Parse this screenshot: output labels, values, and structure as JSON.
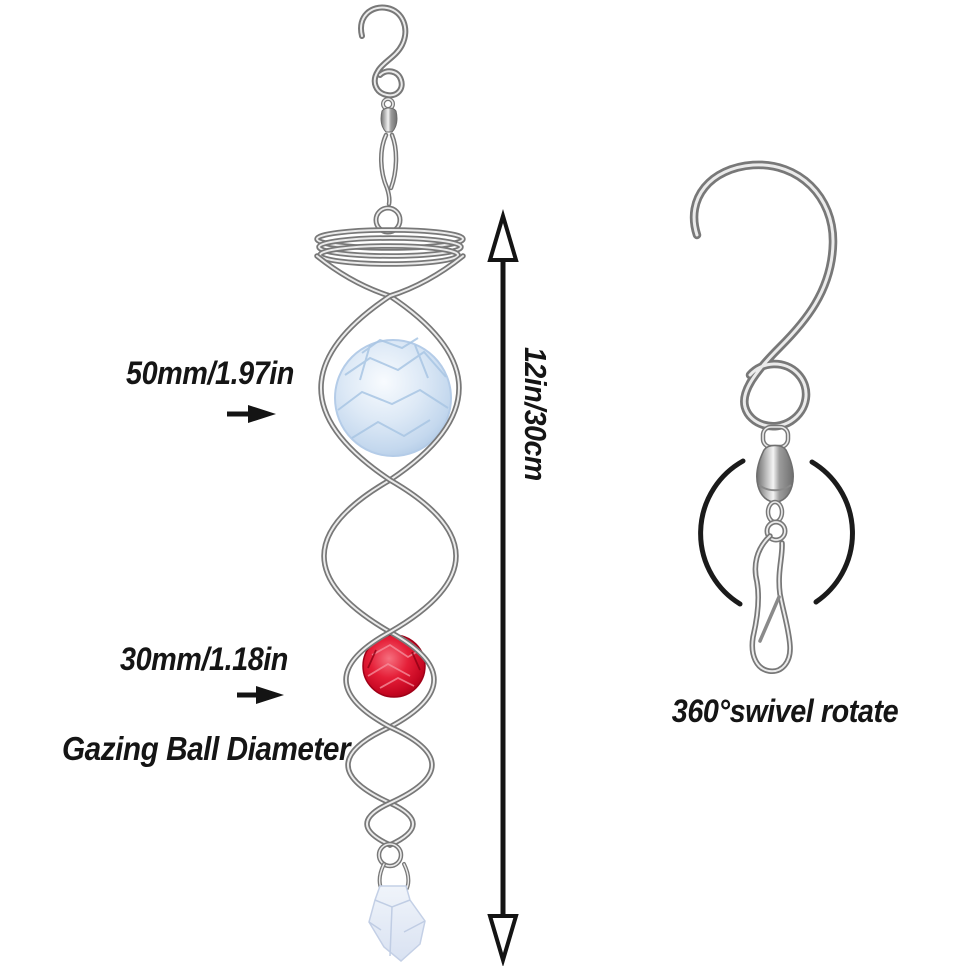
{
  "figure": {
    "type": "product-dimension-diagram",
    "background": "#ffffff",
    "annotation_color": "#151515"
  },
  "spinner": {
    "label_large_ball": "50mm/1.97in",
    "label_small_ball": "30mm/1.18in",
    "caption": "Gazing Ball Diameter",
    "height_label": "12in/30cm",
    "colors": {
      "wire": "#787878",
      "wire_highlight": "#ebebeb",
      "large_ball": "#dde9f6",
      "small_ball": "#d40e2b",
      "pendant": "#e7edf7"
    }
  },
  "hook": {
    "label": "360°swivel rotate",
    "colors": {
      "wire": "#787878",
      "rotation_arc": "#1b1b1b"
    }
  },
  "icons": {
    "height_arrow": "double-headed-vertical-arrow-icon",
    "pointer_large": "right-pointer-arrow-icon",
    "pointer_small": "right-pointer-arrow-icon",
    "rotation": "circular-rotation-arc-icon",
    "spinner": "spiral-tail-spinner-icon",
    "hook": "s-hook-swivel-clip-icon"
  }
}
